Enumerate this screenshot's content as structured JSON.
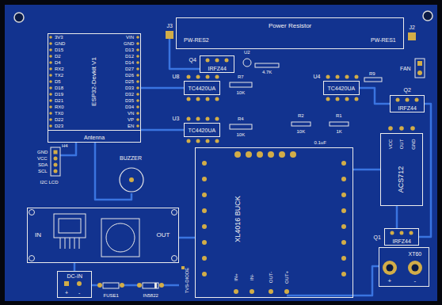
{
  "diagram": {
    "nodes": [
      {
        "text": [
          "ESP32-Devkit V1",
          "Antenna"
        ]
      },
      {
        "text": [
          "Power Resistor"
        ]
      },
      {
        "text": [
          "TC4420UA"
        ]
      },
      {
        "text": [
          "TC4420UA"
        ]
      },
      {
        "text": [
          "TC4420UA"
        ]
      },
      {
        "text": [
          "IRFZ44"
        ]
      },
      {
        "text": [
          "IRFZ44"
        ]
      },
      {
        "text": [
          "IRFZ44"
        ]
      },
      {
        "text": [
          "BUZZER"
        ]
      },
      {
        "text": [
          "XL4016 BUCK"
        ]
      },
      {
        "text": [
          "ACS712"
        ]
      },
      {
        "text": [
          "IN",
          "OUT"
        ]
      },
      {
        "text": [
          "XT60"
        ]
      },
      {
        "text": [
          "DC-IN"
        ]
      }
    ],
    "edges": [
      {
        "from": 0,
        "to": 2,
        "arrow": "none"
      },
      {
        "from": 0,
        "to": 4,
        "arrow": "none"
      },
      {
        "from": 3,
        "to": 6,
        "arrow": "none"
      },
      {
        "from": 9,
        "to": 10,
        "arrow": "none"
      },
      {
        "from": 10,
        "to": 7,
        "arrow": "none"
      },
      {
        "from": 13,
        "to": 11,
        "arrow": "none"
      },
      {
        "from": 11,
        "to": 9,
        "arrow": "none"
      }
    ],
    "labels": [
      "J3",
      "PW-RES2",
      "PW-RES1",
      "J2",
      "3V3",
      "GND",
      "D15",
      "D2",
      "D4",
      "RX2",
      "TX2",
      "D5",
      "D18",
      "D19",
      "D21",
      "RX0",
      "TX0",
      "D22",
      "D23",
      "VIN",
      "GND",
      "D13",
      "D12",
      "D14",
      "D27",
      "D26",
      "D25",
      "D33",
      "D32",
      "D35",
      "D34",
      "VN",
      "VP",
      "EN",
      "Q4",
      "U2",
      "4.7K",
      "U8",
      "R7",
      "10K",
      "U4",
      "R9",
      "U3",
      "R4",
      "10K",
      "R2",
      "10K",
      "R1",
      "1K",
      "0.1uF",
      "FAN",
      "Q2",
      "H4",
      "GND",
      "VCC",
      "SDA",
      "SCL",
      "I2C LCD",
      "VCC",
      "OUT",
      "GND",
      "Q1",
      "IN+",
      "IN-",
      "OUT-",
      "OUT+",
      "+",
      "-",
      "+",
      "-",
      "FUSE1",
      "IN5822",
      "TVS-DIODE"
    ]
  }
}
